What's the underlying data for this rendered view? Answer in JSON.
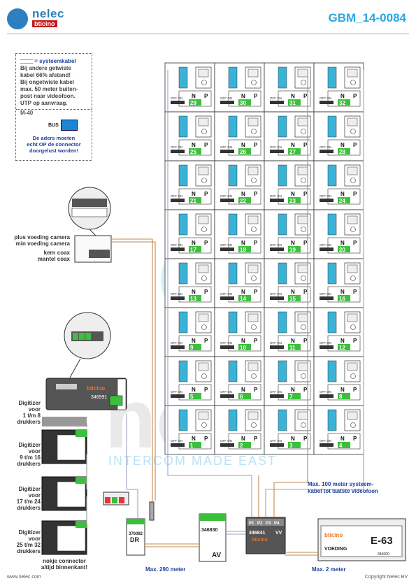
{
  "header": {
    "brand_name": "nelec",
    "brand_sub": "bticino",
    "doc_number": "GBM_14-0084"
  },
  "note": {
    "head": "= systeemkabel",
    "lines": [
      "Bij andere getwiste",
      "kabel 66% afstand!",
      "Bij ongetwiste kabel",
      "max. 50 meter buiten-",
      "post naar videofoon.",
      "UTP op aanvraag."
    ],
    "module_label": "M-40",
    "bus_label": "BUS",
    "connector_note": [
      "De aders moeten",
      "echt OP de connector",
      "doorgelust worden!"
    ]
  },
  "camera": {
    "labels": [
      "plus voeding camera",
      "min voeding camera",
      "kern coax",
      "mantel coax"
    ]
  },
  "digitizers": [
    {
      "title": "Digitizer",
      "lines": [
        "voor",
        "1 t/m 8",
        "drukkers"
      ]
    },
    {
      "title": "Digitizer",
      "lines": [
        "voor",
        "9 t/m 16",
        "drukkers"
      ]
    },
    {
      "title": "Digitizer",
      "lines": [
        "voor",
        "17 t/m 24",
        "drukkers"
      ]
    },
    {
      "title": "Digitizer",
      "lines": [
        "voor",
        "25 t/m 32",
        "drukkers"
      ]
    }
  ],
  "digitizer_note": [
    "nokje connector",
    "altijd binnenkant!"
  ],
  "main_unit": {
    "brand": "bticino",
    "model": "346991"
  },
  "dr_unit": {
    "code": "376082",
    "name": "DR"
  },
  "av_unit": {
    "code": "346830",
    "name": "AV"
  },
  "vv_unit": {
    "code": "346841",
    "name": "VV",
    "brand": "bticino",
    "ports": [
      "P1",
      "P2",
      "P3",
      "P4"
    ]
  },
  "psu": {
    "brand": "bticino",
    "label": "VOEDING",
    "model": "E-63",
    "code": "346000"
  },
  "distances": {
    "max290": "Max. 290 meter",
    "max2": "Max. 2 meter",
    "max100": [
      "Max. 100 meter systeem-",
      "kabel tot laatste videofoon"
    ]
  },
  "phones": {
    "header_n": "N",
    "header_p": "P",
    "switch_label": "OFF ON",
    "rows": [
      [
        "29",
        "30",
        "31",
        "32"
      ],
      [
        "25",
        "26",
        "27",
        "28"
      ],
      [
        "21",
        "22",
        "23",
        "24"
      ],
      [
        "17",
        "18",
        "19",
        "20"
      ],
      [
        "13",
        "14",
        "15",
        "16"
      ],
      [
        "9",
        "10",
        "11",
        "12"
      ],
      [
        "5",
        "6",
        "7",
        "8"
      ],
      [
        "1",
        "2",
        "3",
        "4"
      ]
    ]
  },
  "watermark": {
    "big": "nelec",
    "tagline": "INTERCOM MADE EAST"
  },
  "footer": {
    "left": "www.nelec.com",
    "right": "Copyright Nelec BV"
  }
}
